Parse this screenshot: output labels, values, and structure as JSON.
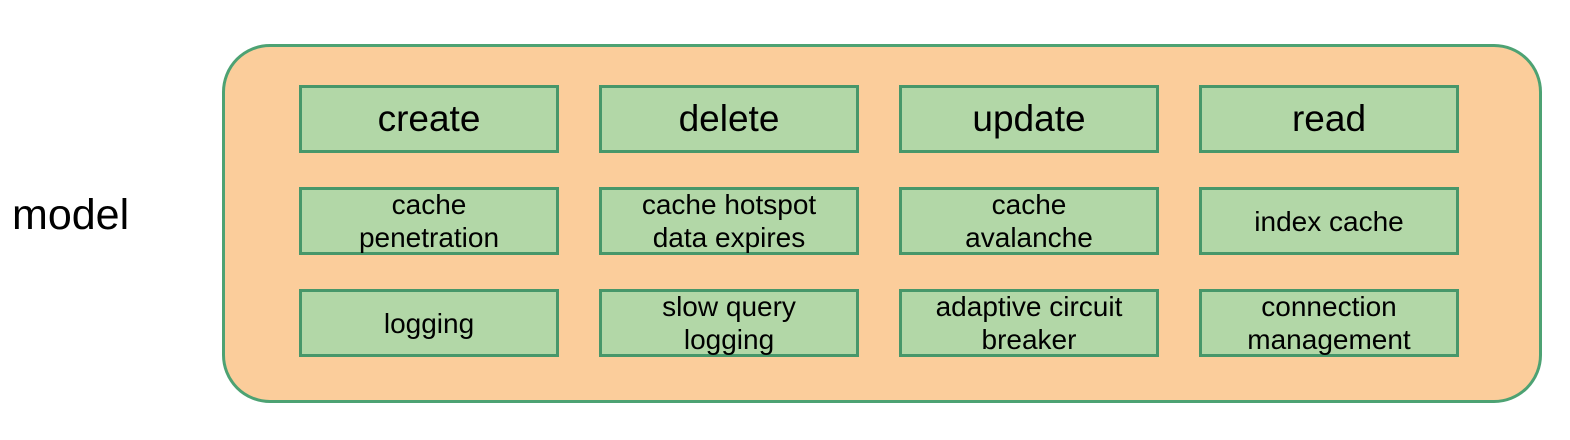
{
  "diagram": {
    "label": "model",
    "colors": {
      "container_fill": "#FBCD9B",
      "container_border": "#4DA273",
      "box_fill": "#B2D7A7",
      "box_border": "#47976A",
      "text": "#000000"
    },
    "columns": [
      {
        "header": "create",
        "items": [
          "cache\npenetration",
          "logging"
        ]
      },
      {
        "header": "delete",
        "items": [
          "cache hotspot\ndata expires",
          "slow query\nlogging"
        ]
      },
      {
        "header": "update",
        "items": [
          "cache\navalanche",
          "adaptive circuit\nbreaker"
        ]
      },
      {
        "header": "read",
        "items": [
          "index cache",
          "connection\nmanagement"
        ]
      }
    ]
  }
}
